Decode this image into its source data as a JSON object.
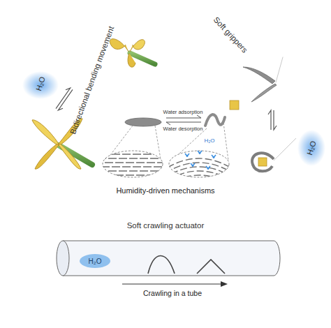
{
  "diagram": {
    "nodes": [
      {
        "text": [
          "Bidirectional bending movement",
          "H₂O"
        ]
      },
      {
        "text": [
          "Soft grippers",
          "H₂O"
        ]
      },
      {
        "text": [
          "Soft crawling actuator",
          "H₂O",
          "Crawling in a tube"
        ]
      },
      {
        "text": [
          "Water adsorption",
          "Water desorption",
          "H₂O",
          "Humidity-driven mechanisms"
        ]
      }
    ]
  }
}
